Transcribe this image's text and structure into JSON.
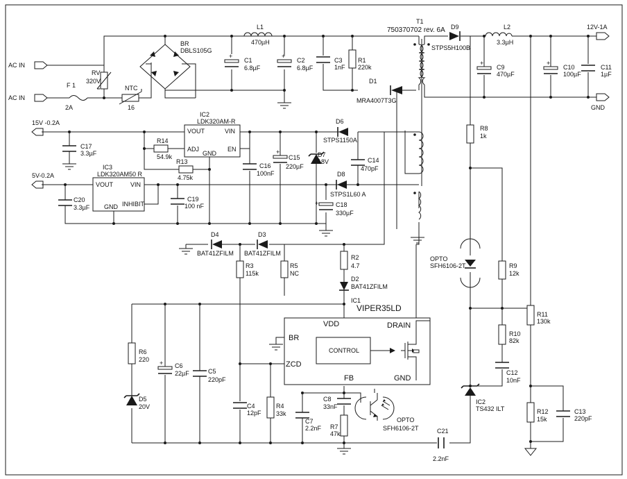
{
  "labels": {
    "ac_in_top": "AC IN",
    "ac_in_bot": "AC IN",
    "f1": {
      "ref": "F 1",
      "val": "2A"
    },
    "rv": {
      "ref": "RV",
      "val": "320V"
    },
    "ntc": {
      "ref": "NTC",
      "val": "16"
    },
    "br": {
      "ref": "BR",
      "val": "DBLS105G"
    },
    "l1": {
      "ref": "L1",
      "val": "470µH"
    },
    "c1": {
      "ref": "C1",
      "val": "6.8µF"
    },
    "c2": {
      "ref": "C2",
      "val": "6.8µF"
    },
    "c3": {
      "ref": "C3",
      "val": "1nF"
    },
    "r1": {
      "ref": "R1",
      "val": "220k"
    },
    "t1": {
      "ref": "T1",
      "val": "750370702 rev. 6A"
    },
    "d9": {
      "ref": "D9",
      "val": "STPS5H100B"
    },
    "d1": {
      "ref": "D1",
      "val": "MRA4007T3G"
    },
    "l2": {
      "ref": "L2",
      "val": "3.3µH"
    },
    "out12": "12V-1A",
    "gnd_out": "GND",
    "c9": {
      "ref": "C9",
      "val": "470µF"
    },
    "c10": {
      "ref": "C10",
      "val": "100µF"
    },
    "c11": {
      "ref": "C11",
      "val": "1µF"
    },
    "out15": "15V -0.2A",
    "out5": "5V-0.2A",
    "ic2": {
      "ref": "IC2",
      "val": "LDK320AM-R",
      "vout": "VOUT",
      "vin": "VIN",
      "adj": "ADJ",
      "en": "EN",
      "gnd": "GND"
    },
    "ic3": {
      "ref": "IC3",
      "val": "LDK320AM50 R",
      "vout": "VOUT",
      "vin": "VIN",
      "gnd": "GND",
      "inhibit": "INHIBIT"
    },
    "c17": {
      "ref": "C17",
      "val": "3.3µF"
    },
    "r14": {
      "ref": "R14",
      "val": "54.9k"
    },
    "r13": {
      "ref": "R13",
      "val": "4.75k"
    },
    "c16": {
      "ref": "C16",
      "val": "100nF"
    },
    "c15": {
      "ref": "C15",
      "val": "220µF"
    },
    "d7": {
      "ref": "D7",
      "val": "18V"
    },
    "d6": {
      "ref": "D6",
      "val": "STPS1150A"
    },
    "c14": {
      "ref": "C14",
      "val": "470pF"
    },
    "d8": {
      "ref": "D8",
      "val": "STPS1L60 A"
    },
    "c18": {
      "ref": "C18",
      "val": "330µF"
    },
    "c19": {
      "ref": "C19",
      "val": "100 nF"
    },
    "c20": {
      "ref": "C20",
      "val": "3.3µF"
    },
    "d4": {
      "ref": "D4",
      "val": "BAT41ZFILM"
    },
    "d3": {
      "ref": "D3",
      "val": "BAT41ZFILM"
    },
    "r3": {
      "ref": "R3",
      "val": "115k"
    },
    "r5": {
      "ref": "R5",
      "val": "NC"
    },
    "r2": {
      "ref": "R2",
      "val": "4.7"
    },
    "d2": {
      "ref": "D2",
      "val": "BAT41ZFILM"
    },
    "ic1": {
      "ref": "IC1",
      "val": "VIPER35LD",
      "vdd": "VDD",
      "drain": "DRAIN",
      "br": "BR",
      "zcd": "ZCD",
      "control": "CONTROL",
      "fb": "FB",
      "gnd": "GND"
    },
    "r6": {
      "ref": "R6",
      "val": "220"
    },
    "d5": {
      "ref": "D5",
      "val": "20V"
    },
    "c6": {
      "ref": "C6",
      "val": "22µF"
    },
    "c5": {
      "ref": "C5",
      "val": "220pF"
    },
    "c4": {
      "ref": "C4",
      "val": "12pF"
    },
    "r4": {
      "ref": "R4",
      "val": "33k"
    },
    "c7": {
      "ref": "C7",
      "val": "2.2nF"
    },
    "c8": {
      "ref": "C8",
      "val": "33nF"
    },
    "r7": {
      "ref": "R7",
      "val": "47k"
    },
    "opto_tx": {
      "ref": "OPTO",
      "val": "SFH6106-2T"
    },
    "opto_rx": {
      "ref": "OPTO",
      "val": "SFH6106-2T"
    },
    "c21": {
      "ref": "C21",
      "val": "2.2nF"
    },
    "r8": {
      "ref": "R8",
      "val": "1k"
    },
    "r9": {
      "ref": "R9",
      "val": "12k"
    },
    "r10": {
      "ref": "R10",
      "val": "82k"
    },
    "c12": {
      "ref": "C12",
      "val": "10nF"
    },
    "r11": {
      "ref": "R11",
      "val": "130k"
    },
    "ic2b": {
      "ref": "IC2",
      "val": "TS432 ILT"
    },
    "r12": {
      "ref": "R12",
      "val": "15k"
    },
    "c13": {
      "ref": "C13",
      "val": "220pF"
    }
  }
}
